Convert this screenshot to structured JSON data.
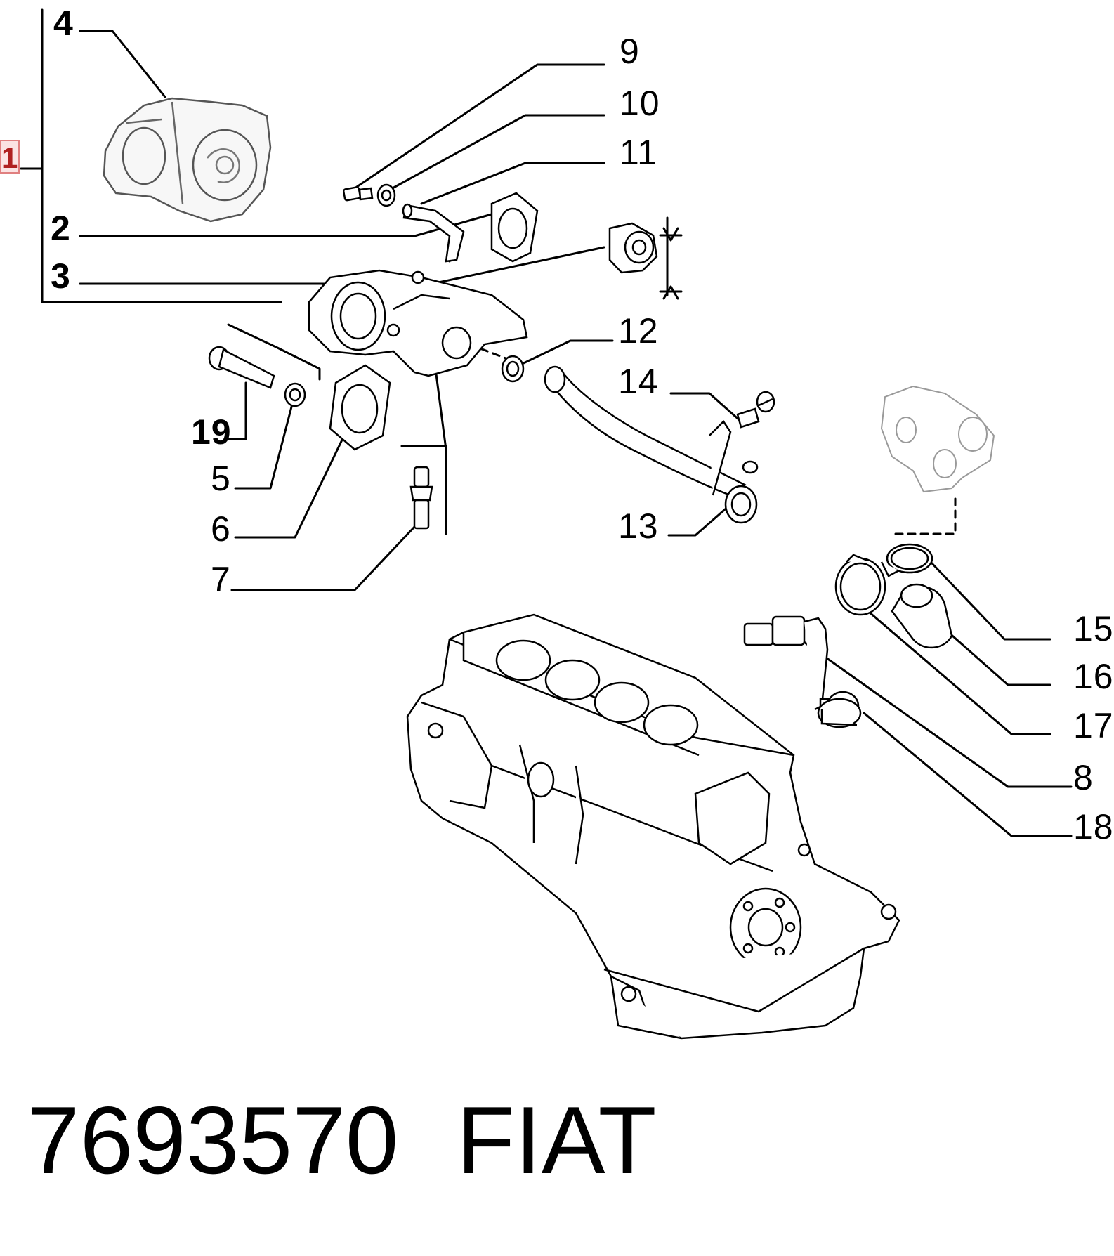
{
  "callouts": {
    "c1": "1",
    "c2": "2",
    "c3": "3",
    "c4": "4",
    "c5": "5",
    "c6": "6",
    "c7": "7",
    "c8": "8",
    "c9": "9",
    "c10": "10",
    "c11": "11",
    "c12": "12",
    "c13": "13",
    "c14": "14",
    "c15": "15",
    "c16": "16",
    "c17": "17",
    "c18": "18",
    "c19": "19"
  },
  "footer": {
    "part_number": "7693570",
    "brand": "FIAT"
  },
  "colors": {
    "line": "#000000",
    "highlight_border": "#e08080",
    "highlight_fill": "#fbe3e3",
    "inset_part": "#9a9a9a"
  }
}
